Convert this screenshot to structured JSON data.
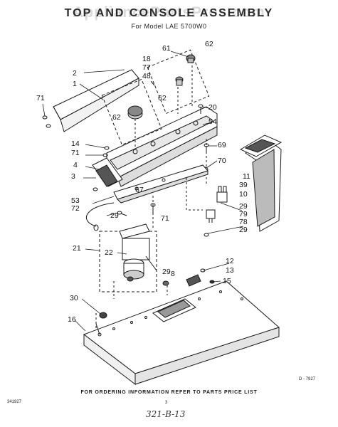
{
  "watermark": "AppliancePartsPros.com",
  "title": "TOP AND CONSOLE ASSEMBLY",
  "subtitle": "For Model LAE 5700W0",
  "callouts": [
    "61",
    "62",
    "18",
    "77",
    "48",
    "62",
    "62",
    "2",
    "1",
    "71",
    "20",
    "54",
    "14",
    "71",
    "4",
    "3",
    "69",
    "70",
    "11",
    "39",
    "10",
    "67",
    "53",
    "72",
    "29",
    "71",
    "29",
    "79",
    "78",
    "29",
    "21",
    "22",
    "12",
    "13",
    "15",
    "29",
    "8",
    "30",
    "16"
  ],
  "drawing_number": "D - 7927",
  "footer_note": "FOR ORDERING INFORMATION REFER TO PARTS PRICE LIST",
  "doc_code": "341927",
  "page_number": "3",
  "handwritten_note": "321-B-13"
}
